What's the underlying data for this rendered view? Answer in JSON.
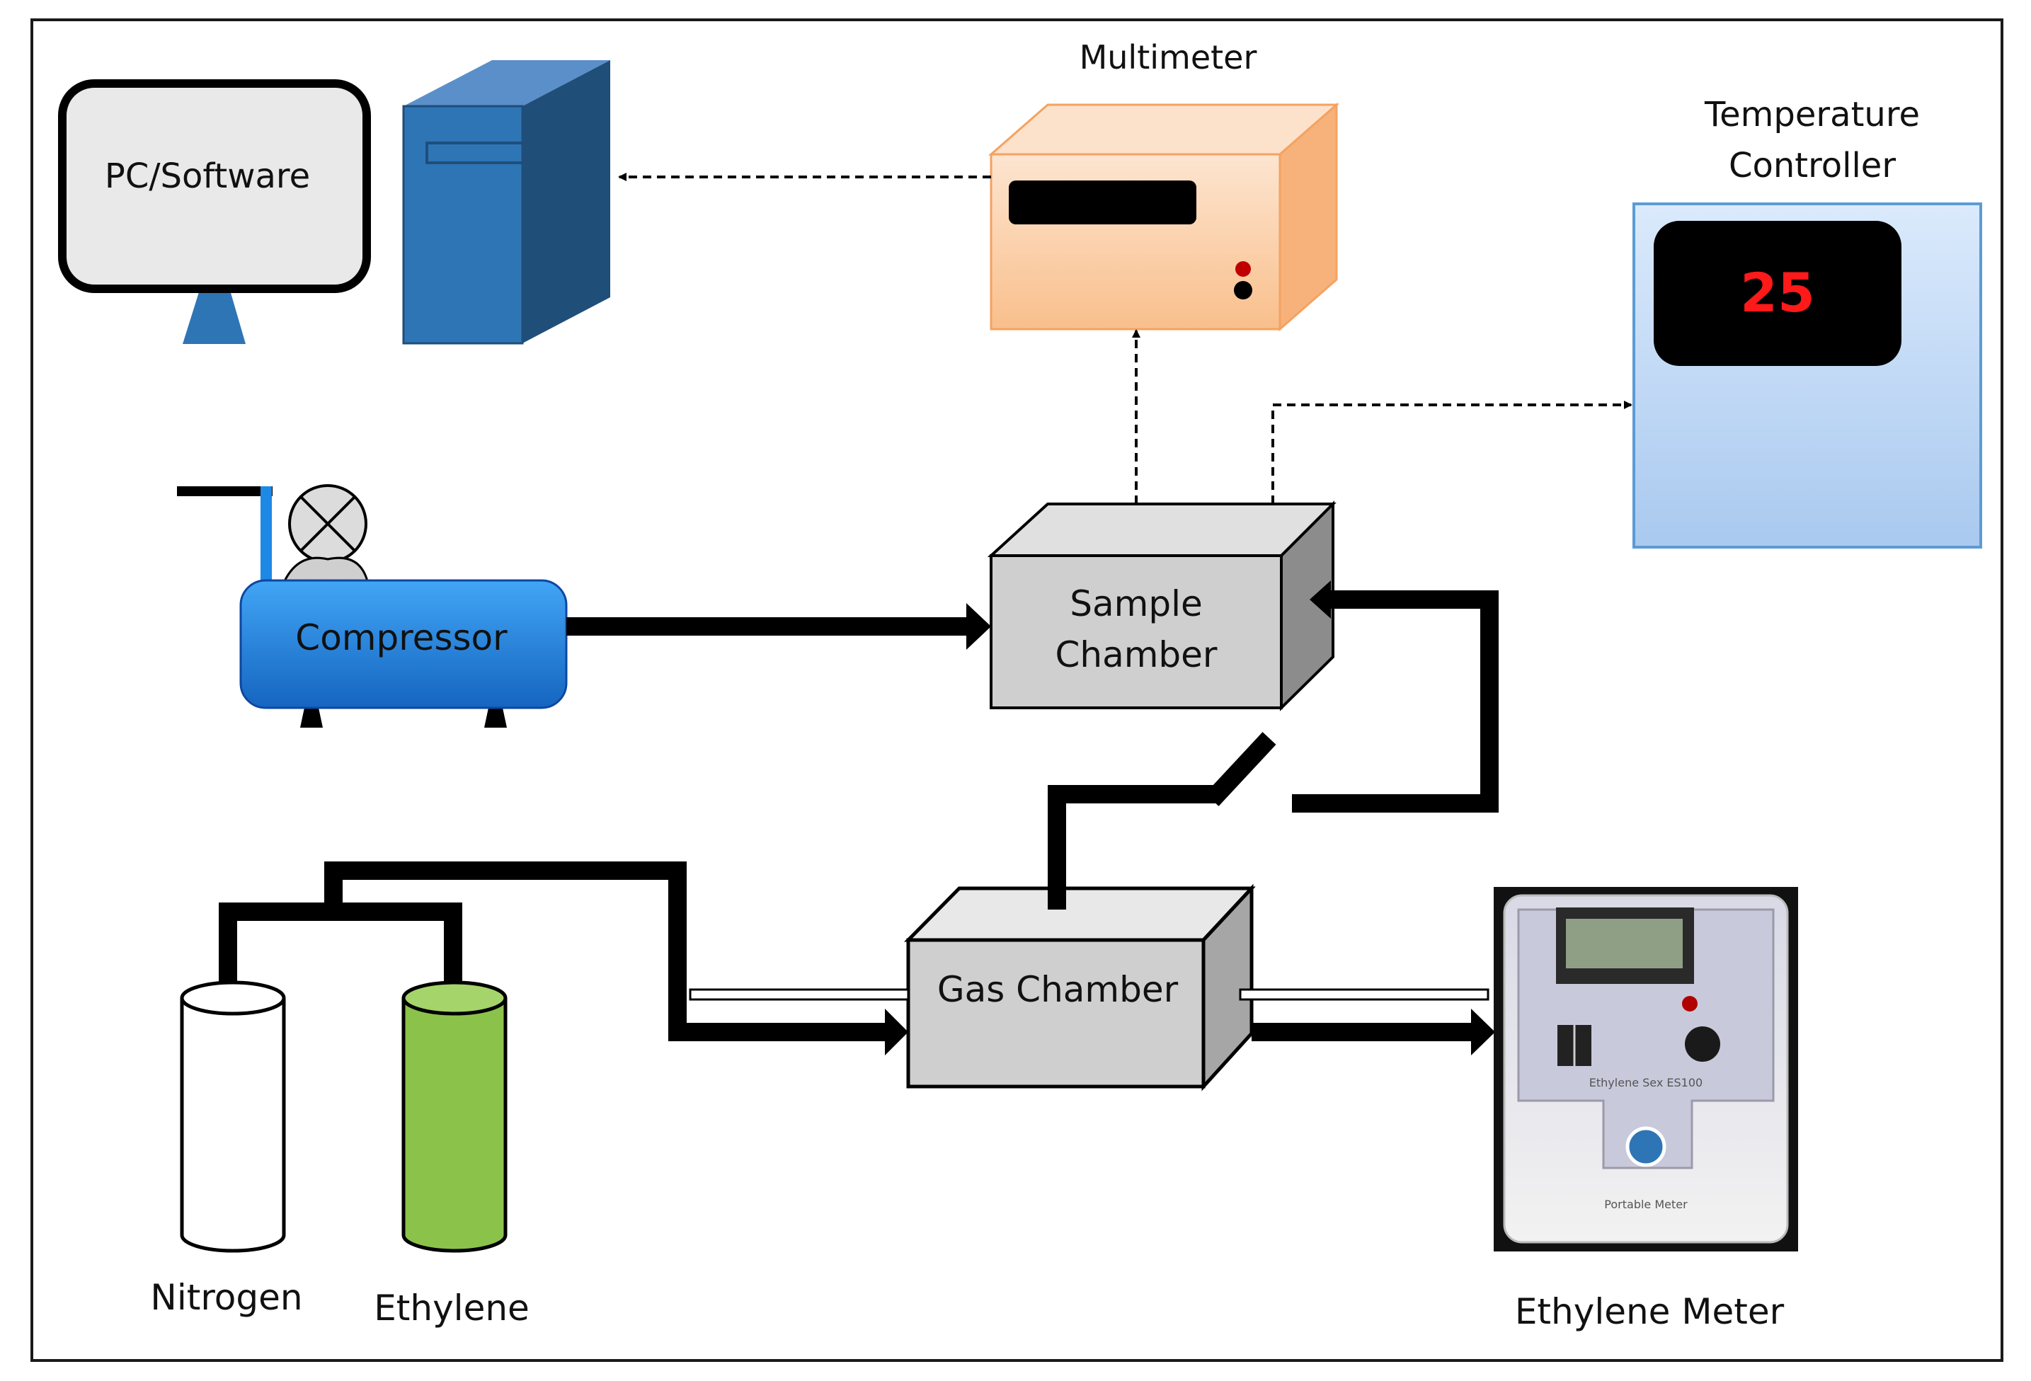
{
  "labels": {
    "pc": "PC/Software",
    "multimeter": "Multimeter",
    "temp_controller_line1": "Temperature",
    "temp_controller_line2": "Controller",
    "temp_display": "25",
    "compressor": "Compressor",
    "sample_chamber_line1": "Sample",
    "sample_chamber_line2": "Chamber",
    "gas_chamber": "Gas Chamber",
    "nitrogen": "Nitrogen",
    "ethylene": "Ethylene",
    "ethylene_meter": "Ethylene Meter",
    "meter_model": "Ethylene Sex ES100",
    "meter_footer": "Portable Meter"
  },
  "colors": {
    "frame": "#1a1a1a",
    "monitor_fill": "#e9e9e9",
    "monitor_stand": "#2e75b6",
    "tower_front": "#2e75b6",
    "tower_side": "#1f4e79",
    "multimeter_fill": "#fbd2b0",
    "multimeter_edge": "#f4a261",
    "temp_panel": "#bcd7f5",
    "temp_panel_edge": "#5b9bd5",
    "temp_digits": "#ff1a1a",
    "compressor_body": "#1e88e5",
    "chamber_front": "#cfcfcf",
    "chamber_side": "#8c8c8c",
    "nitrogen_cylinder": "#ffffff",
    "ethylene_cylinder": "#8bc34a",
    "pipe": "#000000"
  }
}
